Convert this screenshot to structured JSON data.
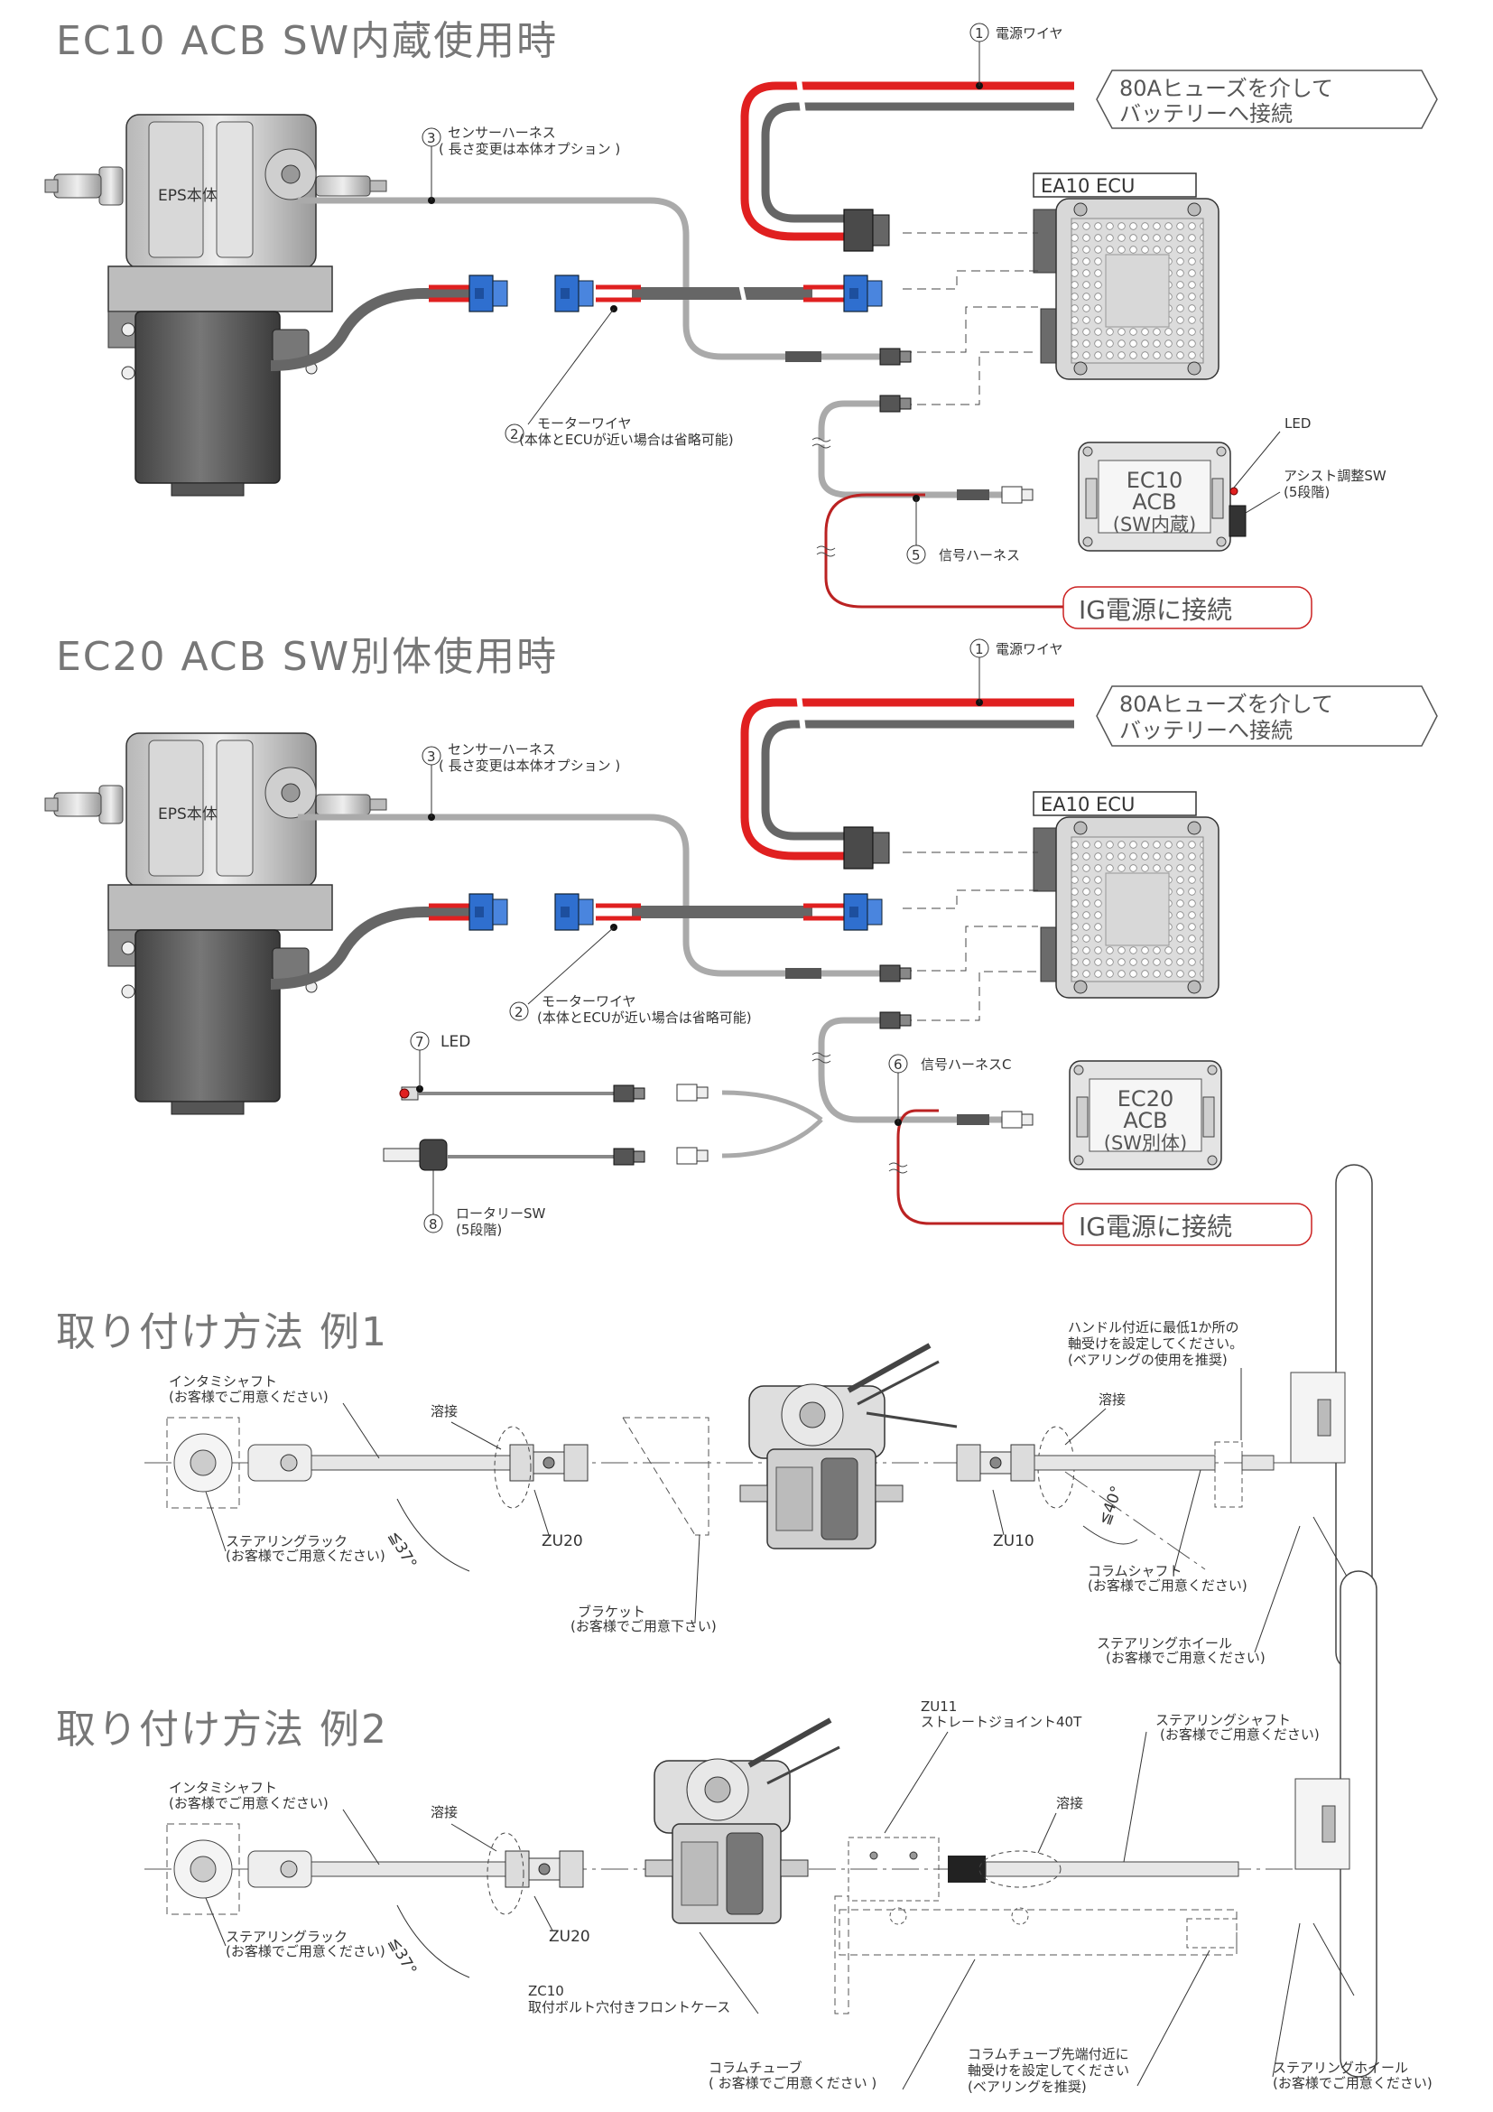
{
  "colors": {
    "red": "#e02020",
    "gray_wire": "#666666",
    "connector_blue": "#2f6fcf",
    "frame_line": "#555555",
    "box_red": "#cc2222"
  },
  "section1": {
    "title": "EC10 ACB SW内蔵使用時",
    "eps_label": "EPS本体",
    "power_wire": {
      "num": "1",
      "label": "電源ワイヤ"
    },
    "fuse_note": [
      "80Aヒューズを介して",
      "バッテリーへ接続"
    ],
    "ecu_label": "EA10 ECU",
    "sensor_harness": {
      "num": "3",
      "label": "センサーハーネス",
      "sub": "( 長さ変更は本体オプション )"
    },
    "motor_wire": {
      "num": "2",
      "label": "モーターワイヤ",
      "sub": "(本体とECUが近い場合は省略可能)"
    },
    "signal_harness": {
      "num": "5",
      "label": "信号ハーネス"
    },
    "acb_box": [
      "EC10",
      "ACB",
      "(SW内蔵)"
    ],
    "led_label": "LED",
    "assist_sw": {
      "label": "アシスト調整SW",
      "sub": "(5段階)"
    },
    "ig_note": "IG電源に接続"
  },
  "section2": {
    "title": "EC20 ACB SW別体使用時",
    "eps_label": "EPS本体",
    "power_wire": {
      "num": "1",
      "label": "電源ワイヤ"
    },
    "fuse_note": [
      "80Aヒューズを介して",
      "バッテリーへ接続"
    ],
    "ecu_label": "EA10 ECU",
    "sensor_harness": {
      "num": "3",
      "label": "センサーハーネス",
      "sub": "( 長さ変更は本体オプション )"
    },
    "motor_wire": {
      "num": "2",
      "label": "モーターワイヤ",
      "sub": "(本体とECUが近い場合は省略可能)"
    },
    "signal_harness": {
      "num": "6",
      "label": "信号ハーネスC"
    },
    "led_part": {
      "num": "7",
      "label": "LED"
    },
    "rotary_sw": {
      "num": "8",
      "label": "ロータリーSW",
      "sub": "(5段階)"
    },
    "acb_box": [
      "EC20",
      "ACB",
      "(SW別体)"
    ],
    "ig_note": "IG電源に接続"
  },
  "section3": {
    "title": "取り付け方法 例1",
    "intermediate_shaft": {
      "label": "インタミシャフト",
      "sub": "(お客様でご用意ください)"
    },
    "weld1": "溶接",
    "angle1": "≦37°",
    "zu20": "ZU20",
    "steering_rack": {
      "label": "ステアリングラック",
      "sub": "(お客様でご用意ください)"
    },
    "bracket": {
      "label": "ブラケット",
      "sub": "(お客様でご用意下さい)"
    },
    "weld2": "溶接",
    "zu10": "ZU10",
    "angle2": "≦40°",
    "column_shaft": {
      "label": "コラムシャフト",
      "sub": "(お客様でご用意ください)"
    },
    "bearing_note": [
      "ハンドル付近に最低1か所の",
      "軸受けを設定してください。",
      "(ベアリングの使用を推奨)"
    ],
    "steering_wheel": {
      "label": "ステアリングホイール",
      "sub": "(お客様でご用意ください)"
    }
  },
  "section4": {
    "title": "取り付け方法 例2",
    "intermediate_shaft": {
      "label": "インタミシャフト",
      "sub": "(お客様でご用意ください)"
    },
    "weld1": "溶接",
    "angle1": "≦37°",
    "zu20": "ZU20",
    "steering_rack": {
      "label": "ステアリングラック",
      "sub": "(お客様でご用意ください)"
    },
    "zc10": {
      "label": "ZC10",
      "sub": "取付ボルト穴付きフロントケース"
    },
    "zu11": {
      "label": "ZU11",
      "sub": "ストレートジョイント40T"
    },
    "weld2": "溶接",
    "steering_shaft": {
      "label": "ステアリングシャフト",
      "sub": "(お客様でご用意ください)"
    },
    "column_tube": {
      "label": "コラムチューブ",
      "sub": "( お客様でご用意ください )"
    },
    "column_tube_note": [
      "コラムチューブ先端付近に",
      "軸受けを設定してください",
      "(ベアリングを推奨)"
    ],
    "steering_wheel": {
      "label": "ステアリングホイール",
      "sub": "(お客様でご用意ください)"
    }
  }
}
